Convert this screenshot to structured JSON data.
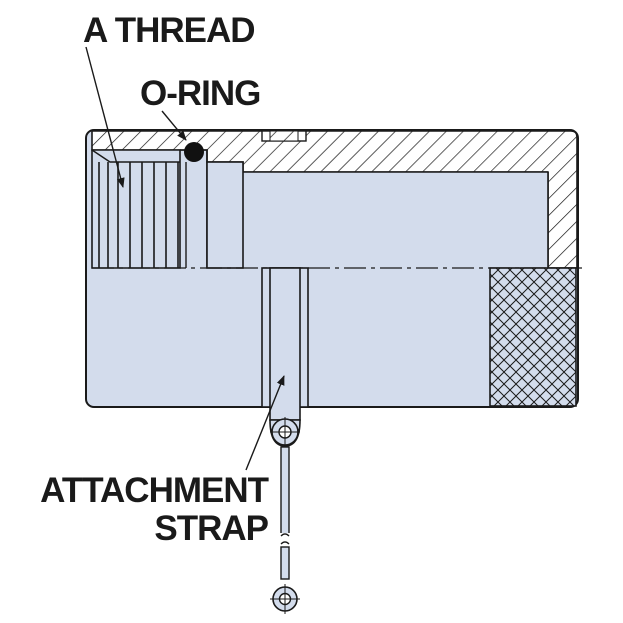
{
  "labels": {
    "thread": "A THREAD",
    "oring": "O-RING",
    "strap_line1": "ATTACHMENT",
    "strap_line2": "STRAP"
  },
  "colors": {
    "body_fill": "#d3dcec",
    "outline": "#1a1a1a",
    "background": "#ffffff"
  }
}
